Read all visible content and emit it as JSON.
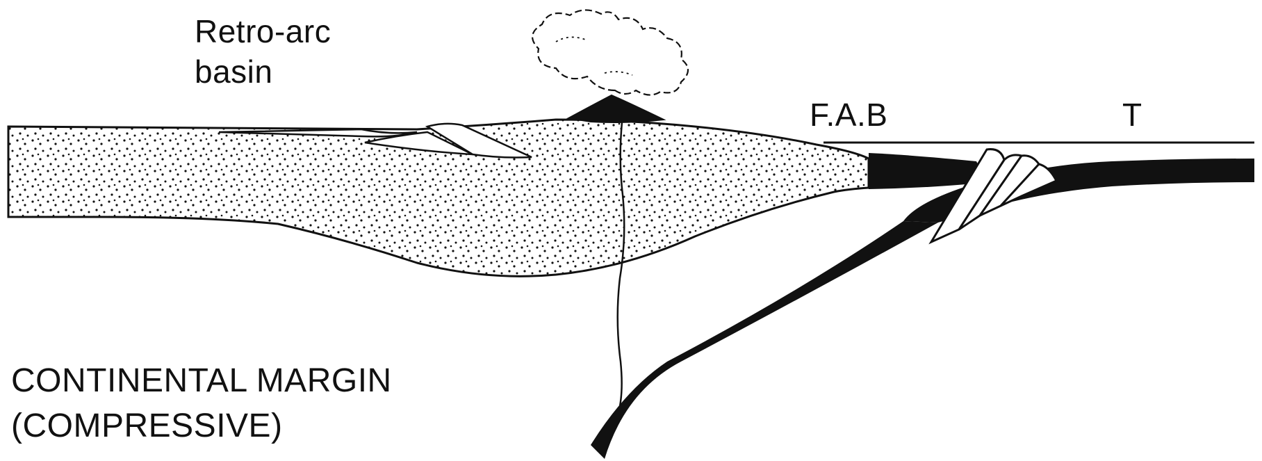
{
  "labels": {
    "retro_arc_line1": "Retro-arc",
    "retro_arc_line2": "basin",
    "fab": "F.A.B",
    "trench": "T",
    "margin_line1": "CONTINENTAL MARGIN",
    "margin_line2": "(COMPRESSIVE)"
  },
  "colors": {
    "ink": "#111111",
    "paper": "#ffffff"
  }
}
